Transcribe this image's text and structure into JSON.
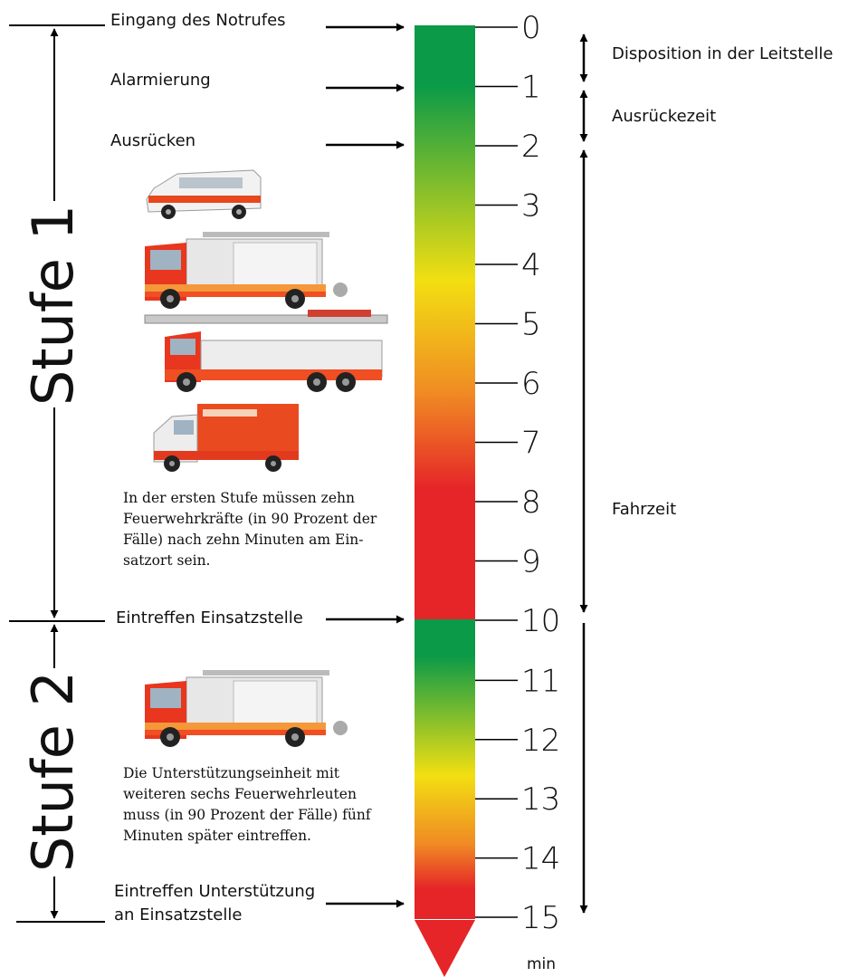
{
  "timeline": {
    "unit": "min",
    "ticks": [
      "0",
      "1",
      "2",
      "3",
      "4",
      "5",
      "6",
      "7",
      "8",
      "9",
      "10",
      "11",
      "12",
      "13",
      "14",
      "15"
    ],
    "colors": {
      "green": "#0a9a48",
      "yellow": "#f2df12",
      "orange": "#f08a24",
      "red": "#e52528"
    }
  },
  "events": {
    "eingang": "Eingang des Notrufes",
    "alarmierung": "Alarmierung",
    "ausruecken": "Ausrücken",
    "eintreffen": "Eintreffen Einsatzstelle",
    "unterstuetzung_line1": "Eintreffen Unterstützung",
    "unterstuetzung_line2": "an Einsatzstelle"
  },
  "phases": {
    "disposition": "Disposition in der Leitstelle",
    "ausrueckezeit": "Ausrückezeit",
    "fahrzeit": "Fahrzeit"
  },
  "stages": {
    "stufe1": "Stufe 1",
    "stufe2": "Stufe 2"
  },
  "descriptions": {
    "stufe1": [
      "In der ersten Stufe müssen zehn",
      "Feuerwehrkräfte (in 90 Prozent der",
      "Fälle) nach zehn Minuten am Ein-",
      "satzort sein."
    ],
    "stufe2": [
      "Die Unterstützungseinheit mit",
      "weiteren sechs Feuerwehrleuten",
      "muss (in 90 Prozent der Fälle) fünf",
      "Minuten später eintreffen."
    ]
  },
  "vehicles": {
    "stufe1": [
      "command-van-icon",
      "fire-engine-icon",
      "turntable-ladder-icon",
      "ambulance-icon"
    ],
    "stufe2": [
      "support-fire-engine-icon"
    ]
  }
}
